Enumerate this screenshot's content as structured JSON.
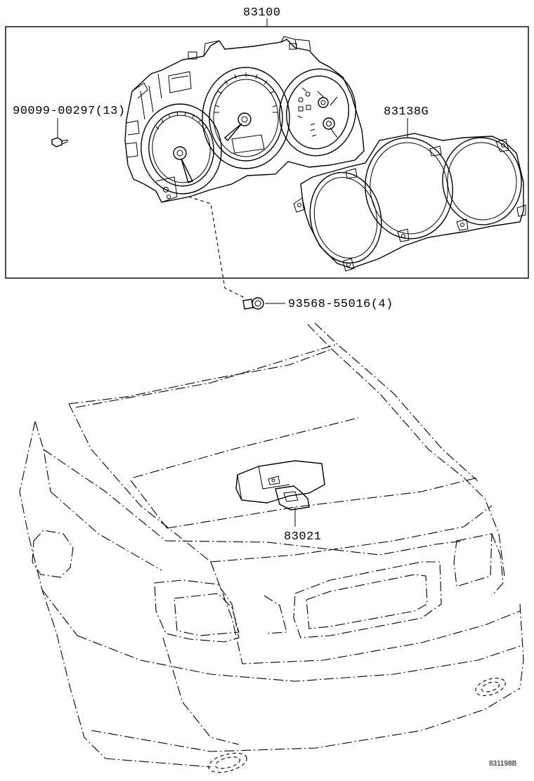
{
  "callouts": {
    "cluster": "83100",
    "screw": "90099-00297(13)",
    "bezel": "83138G",
    "bolt": "93568-55016(4)",
    "sensor": "83021"
  },
  "figure_code": "831198B"
}
